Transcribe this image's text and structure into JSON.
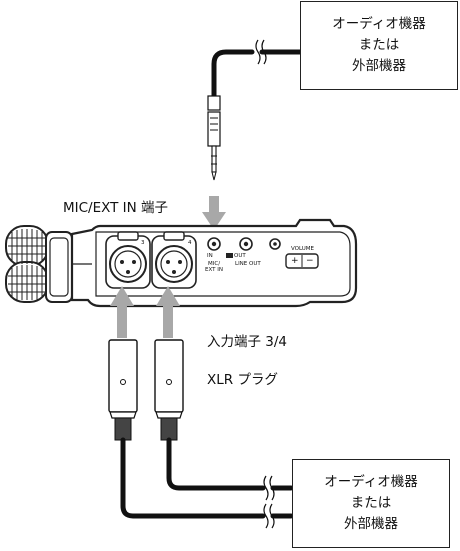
{
  "top_device_box": {
    "line1": "オーディオ機器",
    "line2": "または",
    "line3": "外部機器"
  },
  "bottom_device_box": {
    "line1": "オーディオ機器",
    "line2": "または",
    "line3": "外部機器"
  },
  "labels": {
    "mic_ext_in": "MIC/EXT IN 端子",
    "input_jacks": "入力端子 3/4",
    "xlr_plug": "XLR プラグ"
  },
  "recorder_panel": {
    "jack3": "3",
    "jack4": "4",
    "in_label": "IN",
    "out_label": "OUT",
    "mic_ext_in_line1": "MIC/",
    "mic_ext_in_line2": "EXT IN",
    "line_out": "LINE OUT",
    "volume": "VOLUME",
    "plus": "+",
    "minus": "−"
  },
  "colors": {
    "arrow": "#a8a8a8",
    "cable": "#111111",
    "device_body": "#222222"
  }
}
